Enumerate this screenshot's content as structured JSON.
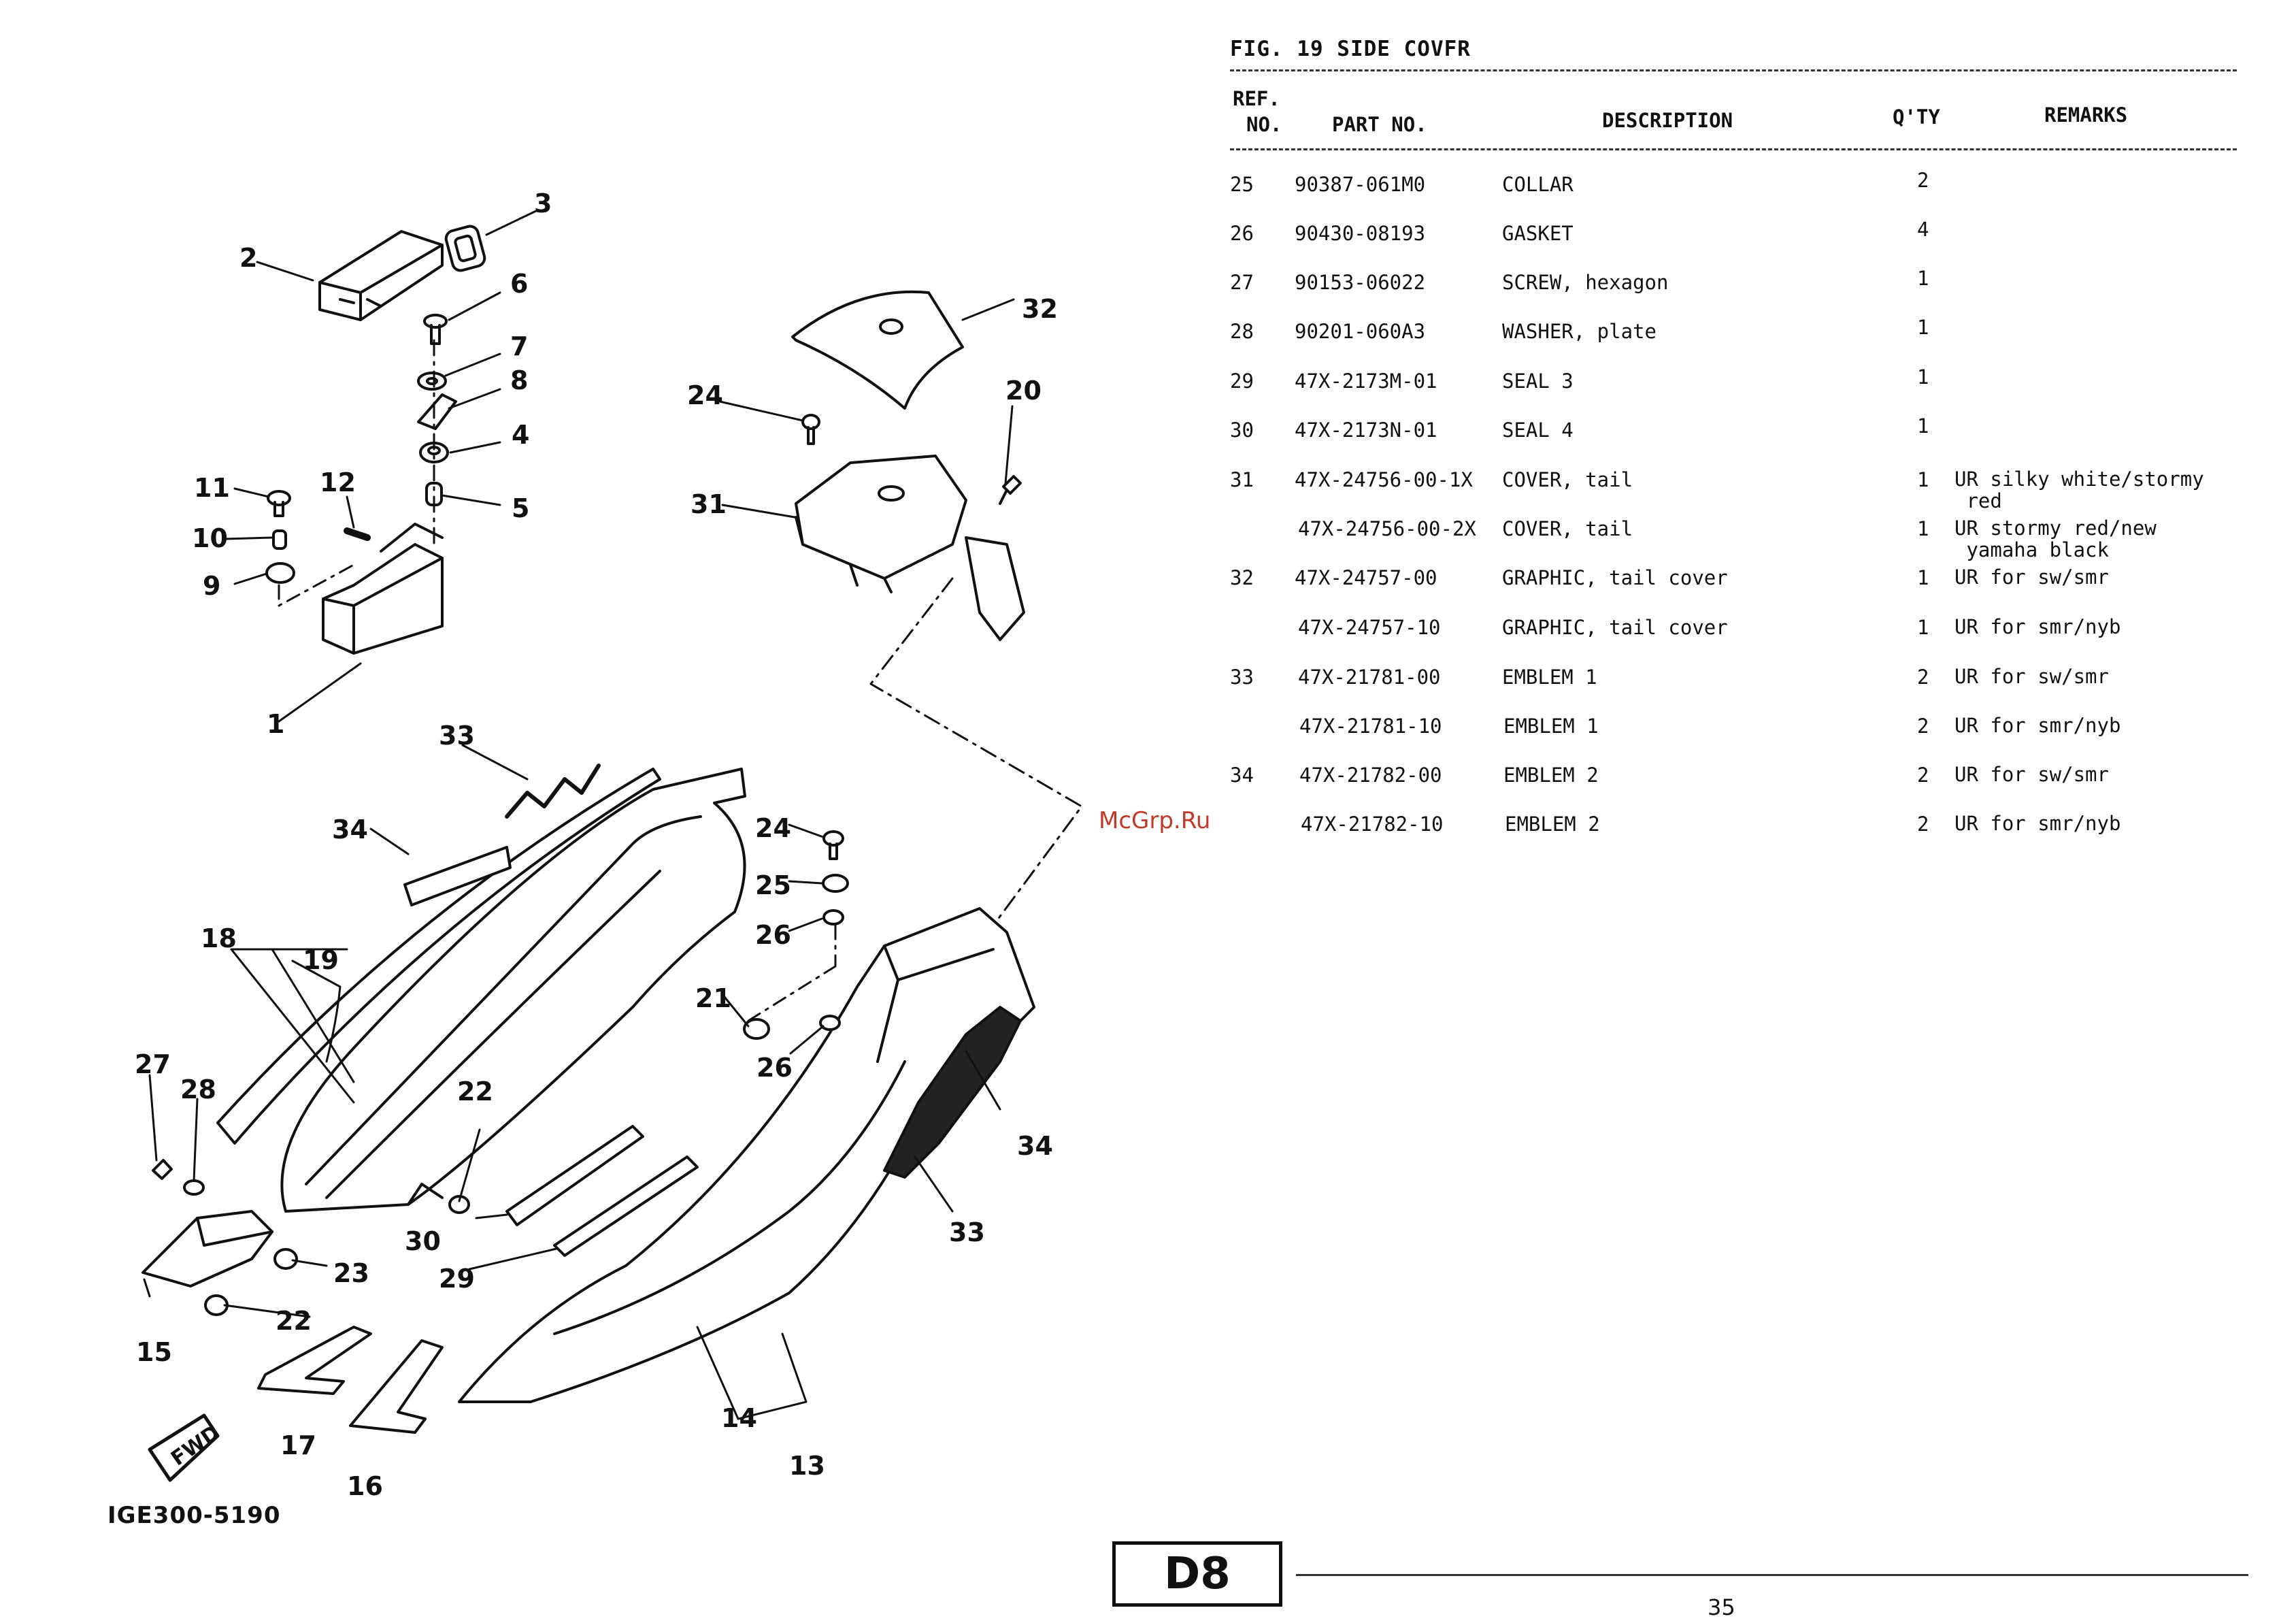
{
  "figure": {
    "title": "FIG. 19  SIDE COVFR",
    "drawing_code": "IGE300-5190",
    "section_badge": "D8",
    "page_number": "35",
    "watermark": "McGrp.Ru"
  },
  "table": {
    "headers": {
      "ref_line1": "REF.",
      "ref_line2": "NO.",
      "part_no": "PART NO.",
      "description": "DESCRIPTION",
      "qty": "Q'TY",
      "remarks": "REMARKS"
    },
    "rows": [
      {
        "ref": "25",
        "part": "90387-061M0",
        "desc": "COLLAR",
        "qty": "2",
        "remarks": ""
      },
      {
        "ref": "26",
        "part": "90430-08193",
        "desc": "GASKET",
        "qty": "4",
        "remarks": ""
      },
      {
        "ref": "27",
        "part": "90153-06022",
        "desc": "SCREW, hexagon",
        "qty": "1",
        "remarks": ""
      },
      {
        "ref": "28",
        "part": "90201-060A3",
        "desc": "WASHER, plate",
        "qty": "1",
        "remarks": ""
      },
      {
        "ref": "29",
        "part": "47X-2173M-01",
        "desc": "SEAL 3",
        "qty": "1",
        "remarks": ""
      },
      {
        "ref": "30",
        "part": "47X-2173N-01",
        "desc": "SEAL 4",
        "qty": "1",
        "remarks": ""
      },
      {
        "ref": "31",
        "part": "47X-24756-00-1X",
        "desc": "COVER, tail",
        "qty": "1",
        "remarks": "UR silky white/stormy\n red"
      },
      {
        "ref": "",
        "part": "47X-24756-00-2X",
        "desc": "COVER, tail",
        "qty": "1",
        "remarks": "UR stormy red/new\n yamaha black"
      },
      {
        "ref": "32",
        "part": "47X-24757-00",
        "desc": "GRAPHIC, tail cover",
        "qty": "1",
        "remarks": "UR for sw/smr"
      },
      {
        "ref": "",
        "part": "47X-24757-10",
        "desc": "GRAPHIC, tail cover",
        "qty": "1",
        "remarks": "UR for smr/nyb"
      },
      {
        "ref": "33",
        "part": "47X-21781-00",
        "desc": "EMBLEM 1",
        "qty": "2",
        "remarks": "UR for sw/smr"
      },
      {
        "ref": "",
        "part": "47X-21781-10",
        "desc": "EMBLEM 1",
        "qty": "2",
        "remarks": "UR for smr/nyb"
      },
      {
        "ref": "34",
        "part": "47X-21782-00",
        "desc": "EMBLEM 2",
        "qty": "2",
        "remarks": "UR for sw/smr"
      },
      {
        "ref": "",
        "part": "47X-21782-10",
        "desc": "EMBLEM 2",
        "qty": "2",
        "remarks": "UR for smr/nyb"
      }
    ]
  },
  "callouts": [
    "1",
    "2",
    "3",
    "4",
    "5",
    "6",
    "7",
    "8",
    "9",
    "10",
    "11",
    "12",
    "13",
    "14",
    "15",
    "16",
    "17",
    "18",
    "19",
    "20",
    "21",
    "22",
    "22",
    "23",
    "24",
    "24",
    "25",
    "26",
    "26",
    "27",
    "28",
    "29",
    "30",
    "31",
    "32",
    "33",
    "33",
    "34",
    "34"
  ],
  "stamp_text": "FWD"
}
